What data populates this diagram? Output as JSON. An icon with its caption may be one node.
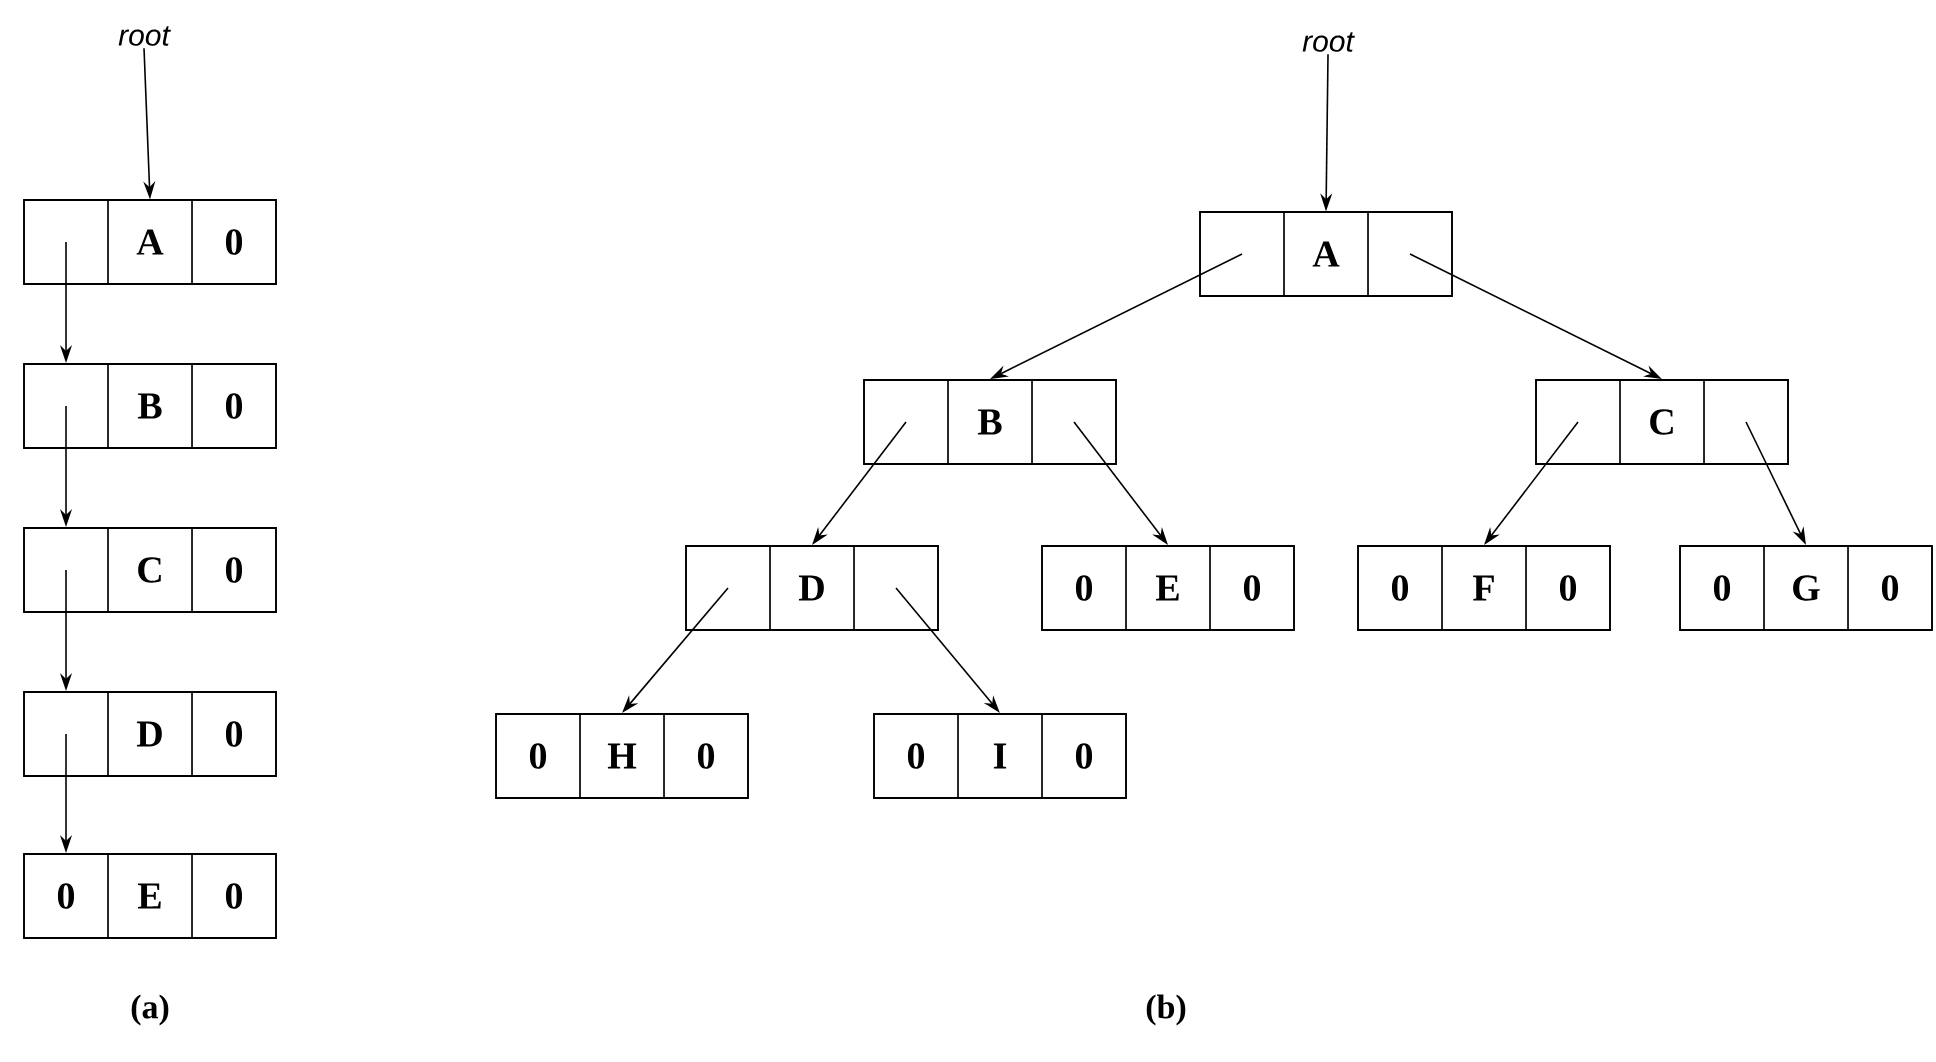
{
  "diagram": {
    "nodes": [
      {
        "text": [
          "root"
        ]
      },
      {
        "text": [],
        "shape": "box"
      },
      {
        "text": [],
        "shape": "box",
        "in": 1
      },
      {
        "text": [
          "A"
        ],
        "in": 1
      },
      {
        "text": [
          "0"
        ],
        "in": 1
      },
      {
        "text": [],
        "shape": "box"
      },
      {
        "text": [],
        "shape": "box",
        "in": 5
      },
      {
        "text": [
          "B"
        ],
        "in": 5
      },
      {
        "text": [
          "0"
        ],
        "in": 5
      },
      {
        "text": [],
        "shape": "box"
      },
      {
        "text": [],
        "shape": "box",
        "in": 9
      },
      {
        "text": [
          "C"
        ],
        "in": 9
      },
      {
        "text": [
          "0"
        ],
        "in": 9
      },
      {
        "text": [],
        "shape": "box"
      },
      {
        "text": [],
        "shape": "box",
        "in": 13
      },
      {
        "text": [
          "D"
        ],
        "in": 13
      },
      {
        "text": [
          "0"
        ],
        "in": 13
      },
      {
        "text": [],
        "shape": "box"
      },
      {
        "text": [
          "0"
        ],
        "in": 17
      },
      {
        "text": [
          "E"
        ],
        "in": 17
      },
      {
        "text": [
          "0"
        ],
        "in": 17
      },
      {
        "text": [
          "root"
        ]
      },
      {
        "text": [],
        "shape": "box"
      },
      {
        "text": [],
        "shape": "box",
        "in": 22
      },
      {
        "text": [
          "A"
        ],
        "in": 22
      },
      {
        "text": [],
        "shape": "box",
        "in": 22
      },
      {
        "text": [],
        "shape": "box"
      },
      {
        "text": [],
        "shape": "box",
        "in": 26
      },
      {
        "text": [
          "B"
        ],
        "in": 26
      },
      {
        "text": [],
        "shape": "box",
        "in": 26
      },
      {
        "text": [],
        "shape": "box"
      },
      {
        "text": [],
        "shape": "box",
        "in": 30
      },
      {
        "text": [
          "C"
        ],
        "in": 30
      },
      {
        "text": [],
        "shape": "box",
        "in": 30
      },
      {
        "text": [],
        "shape": "box"
      },
      {
        "text": [],
        "shape": "box",
        "in": 34
      },
      {
        "text": [
          "D"
        ],
        "in": 34
      },
      {
        "text": [],
        "shape": "box",
        "in": 34
      },
      {
        "text": [],
        "shape": "box"
      },
      {
        "text": [
          "0"
        ],
        "in": 38
      },
      {
        "text": [
          "E"
        ],
        "in": 38
      },
      {
        "text": [
          "0"
        ],
        "in": 38
      },
      {
        "text": [],
        "shape": "box"
      },
      {
        "text": [
          "0"
        ],
        "in": 42
      },
      {
        "text": [
          "F"
        ],
        "in": 42
      },
      {
        "text": [
          "0"
        ],
        "in": 42
      },
      {
        "text": [],
        "shape": "box"
      },
      {
        "text": [
          "0"
        ],
        "in": 46
      },
      {
        "text": [
          "G"
        ],
        "in": 46
      },
      {
        "text": [
          "0"
        ],
        "in": 46
      },
      {
        "text": [],
        "shape": "box"
      },
      {
        "text": [
          "0"
        ],
        "in": 50
      },
      {
        "text": [
          "H"
        ],
        "in": 50
      },
      {
        "text": [
          "0"
        ],
        "in": 50
      },
      {
        "text": [],
        "shape": "box"
      },
      {
        "text": [
          "0"
        ],
        "in": 54
      },
      {
        "text": [
          "I"
        ],
        "in": 54
      },
      {
        "text": [
          "0"
        ],
        "in": 54
      }
    ],
    "edges": [
      {
        "from": 0,
        "to": 3,
        "arrow": "to"
      },
      {
        "from": 2,
        "to": 5,
        "arrow": "to"
      },
      {
        "from": 6,
        "to": 9,
        "arrow": "to"
      },
      {
        "from": 10,
        "to": 13,
        "arrow": "to"
      },
      {
        "from": 14,
        "to": 17,
        "arrow": "to"
      },
      {
        "from": 21,
        "to": 24,
        "arrow": "to"
      },
      {
        "from": 23,
        "to": 26,
        "arrow": "to"
      },
      {
        "from": 25,
        "to": 30,
        "arrow": "to"
      },
      {
        "from": 27,
        "to": 34,
        "arrow": "to"
      },
      {
        "from": 29,
        "to": 38,
        "arrow": "to"
      },
      {
        "from": 31,
        "to": 42,
        "arrow": "to"
      },
      {
        "from": 33,
        "to": 46,
        "arrow": "to"
      },
      {
        "from": 35,
        "to": 50,
        "arrow": "to"
      },
      {
        "from": 37,
        "to": 54,
        "arrow": "to"
      }
    ],
    "labels": [
      "(a)",
      "(b)"
    ]
  }
}
